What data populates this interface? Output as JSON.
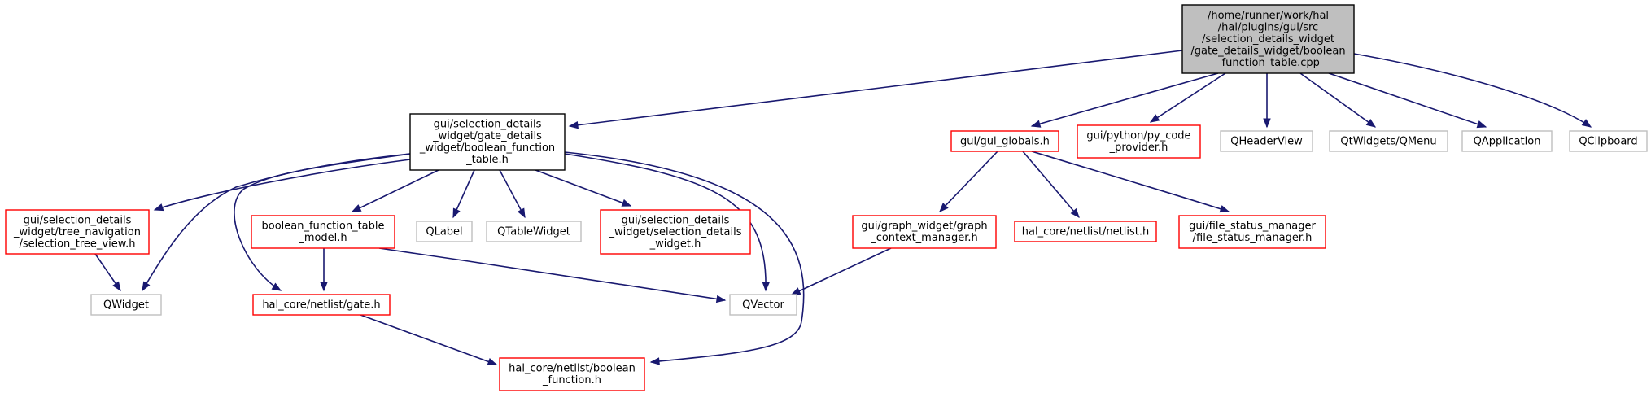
{
  "graph": {
    "colors": {
      "root_fill": "#bfbfbf",
      "root_border": "#000000",
      "node_fill": "#ffffff",
      "documented_border": "#ff0000",
      "external_border": "#bfbfbf",
      "header_border": "#000000",
      "edge": "#191970"
    },
    "nodes": [
      {
        "id": "root",
        "kind": "root",
        "lines": [
          "/home/runner/work/hal",
          "/hal/plugins/gui/src",
          "/selection_details_widget",
          "/gate_details_widget/boolean",
          "_function_table.cpp"
        ]
      },
      {
        "id": "bft_h",
        "kind": "header",
        "lines": [
          "gui/selection_details",
          "_widget/gate_details",
          "_widget/boolean_function",
          "_table.h"
        ]
      },
      {
        "id": "gui_globals",
        "kind": "documented",
        "lines": [
          "gui/gui_globals.h"
        ]
      },
      {
        "id": "py_code",
        "kind": "documented",
        "lines": [
          "gui/python/py_code",
          "_provider.h"
        ]
      },
      {
        "id": "qheaderview",
        "kind": "external",
        "lines": [
          "QHeaderView"
        ]
      },
      {
        "id": "qmenu",
        "kind": "external",
        "lines": [
          "QtWidgets/QMenu"
        ]
      },
      {
        "id": "qapplication",
        "kind": "external",
        "lines": [
          "QApplication"
        ]
      },
      {
        "id": "qclipboard",
        "kind": "external",
        "lines": [
          "QClipboard"
        ]
      },
      {
        "id": "tree_view",
        "kind": "documented",
        "lines": [
          "gui/selection_details",
          "_widget/tree_navigation",
          "/selection_tree_view.h"
        ]
      },
      {
        "id": "bft_model",
        "kind": "documented",
        "lines": [
          "boolean_function_table",
          "_model.h"
        ]
      },
      {
        "id": "qlabel",
        "kind": "external",
        "lines": [
          "QLabel"
        ]
      },
      {
        "id": "qtablewidget",
        "kind": "external",
        "lines": [
          "QTableWidget"
        ]
      },
      {
        "id": "sel_widget",
        "kind": "documented",
        "lines": [
          "gui/selection_details",
          "_widget/selection_details",
          "_widget.h"
        ]
      },
      {
        "id": "graph_ctx",
        "kind": "documented",
        "lines": [
          "gui/graph_widget/graph",
          "_context_manager.h"
        ]
      },
      {
        "id": "netlist_h",
        "kind": "documented",
        "lines": [
          "hal_core/netlist/netlist.h"
        ]
      },
      {
        "id": "file_status",
        "kind": "documented",
        "lines": [
          "gui/file_status_manager",
          "/file_status_manager.h"
        ]
      },
      {
        "id": "qwidget",
        "kind": "external",
        "lines": [
          "QWidget"
        ]
      },
      {
        "id": "gate_h",
        "kind": "documented",
        "lines": [
          "hal_core/netlist/gate.h"
        ]
      },
      {
        "id": "qvector",
        "kind": "external",
        "lines": [
          "QVector"
        ]
      },
      {
        "id": "bool_func",
        "kind": "documented",
        "lines": [
          "hal_core/netlist/boolean",
          "_function.h"
        ]
      }
    ],
    "edges": [
      {
        "from": "root",
        "to": "bft_h"
      },
      {
        "from": "root",
        "to": "gui_globals"
      },
      {
        "from": "root",
        "to": "py_code"
      },
      {
        "from": "root",
        "to": "qheaderview"
      },
      {
        "from": "root",
        "to": "qmenu"
      },
      {
        "from": "root",
        "to": "qapplication"
      },
      {
        "from": "root",
        "to": "qclipboard"
      },
      {
        "from": "bft_h",
        "to": "tree_view"
      },
      {
        "from": "bft_h",
        "to": "qwidget"
      },
      {
        "from": "bft_h",
        "to": "gate_h"
      },
      {
        "from": "bft_h",
        "to": "bft_model"
      },
      {
        "from": "bft_h",
        "to": "qlabel"
      },
      {
        "from": "bft_h",
        "to": "qtablewidget"
      },
      {
        "from": "bft_h",
        "to": "sel_widget"
      },
      {
        "from": "bft_h",
        "to": "qvector"
      },
      {
        "from": "bft_h",
        "to": "bool_func"
      },
      {
        "from": "tree_view",
        "to": "qwidget"
      },
      {
        "from": "bft_model",
        "to": "gate_h"
      },
      {
        "from": "bft_model",
        "to": "qvector"
      },
      {
        "from": "gate_h",
        "to": "bool_func"
      },
      {
        "from": "gui_globals",
        "to": "graph_ctx"
      },
      {
        "from": "gui_globals",
        "to": "netlist_h"
      },
      {
        "from": "gui_globals",
        "to": "file_status"
      },
      {
        "from": "graph_ctx",
        "to": "qvector"
      }
    ]
  }
}
